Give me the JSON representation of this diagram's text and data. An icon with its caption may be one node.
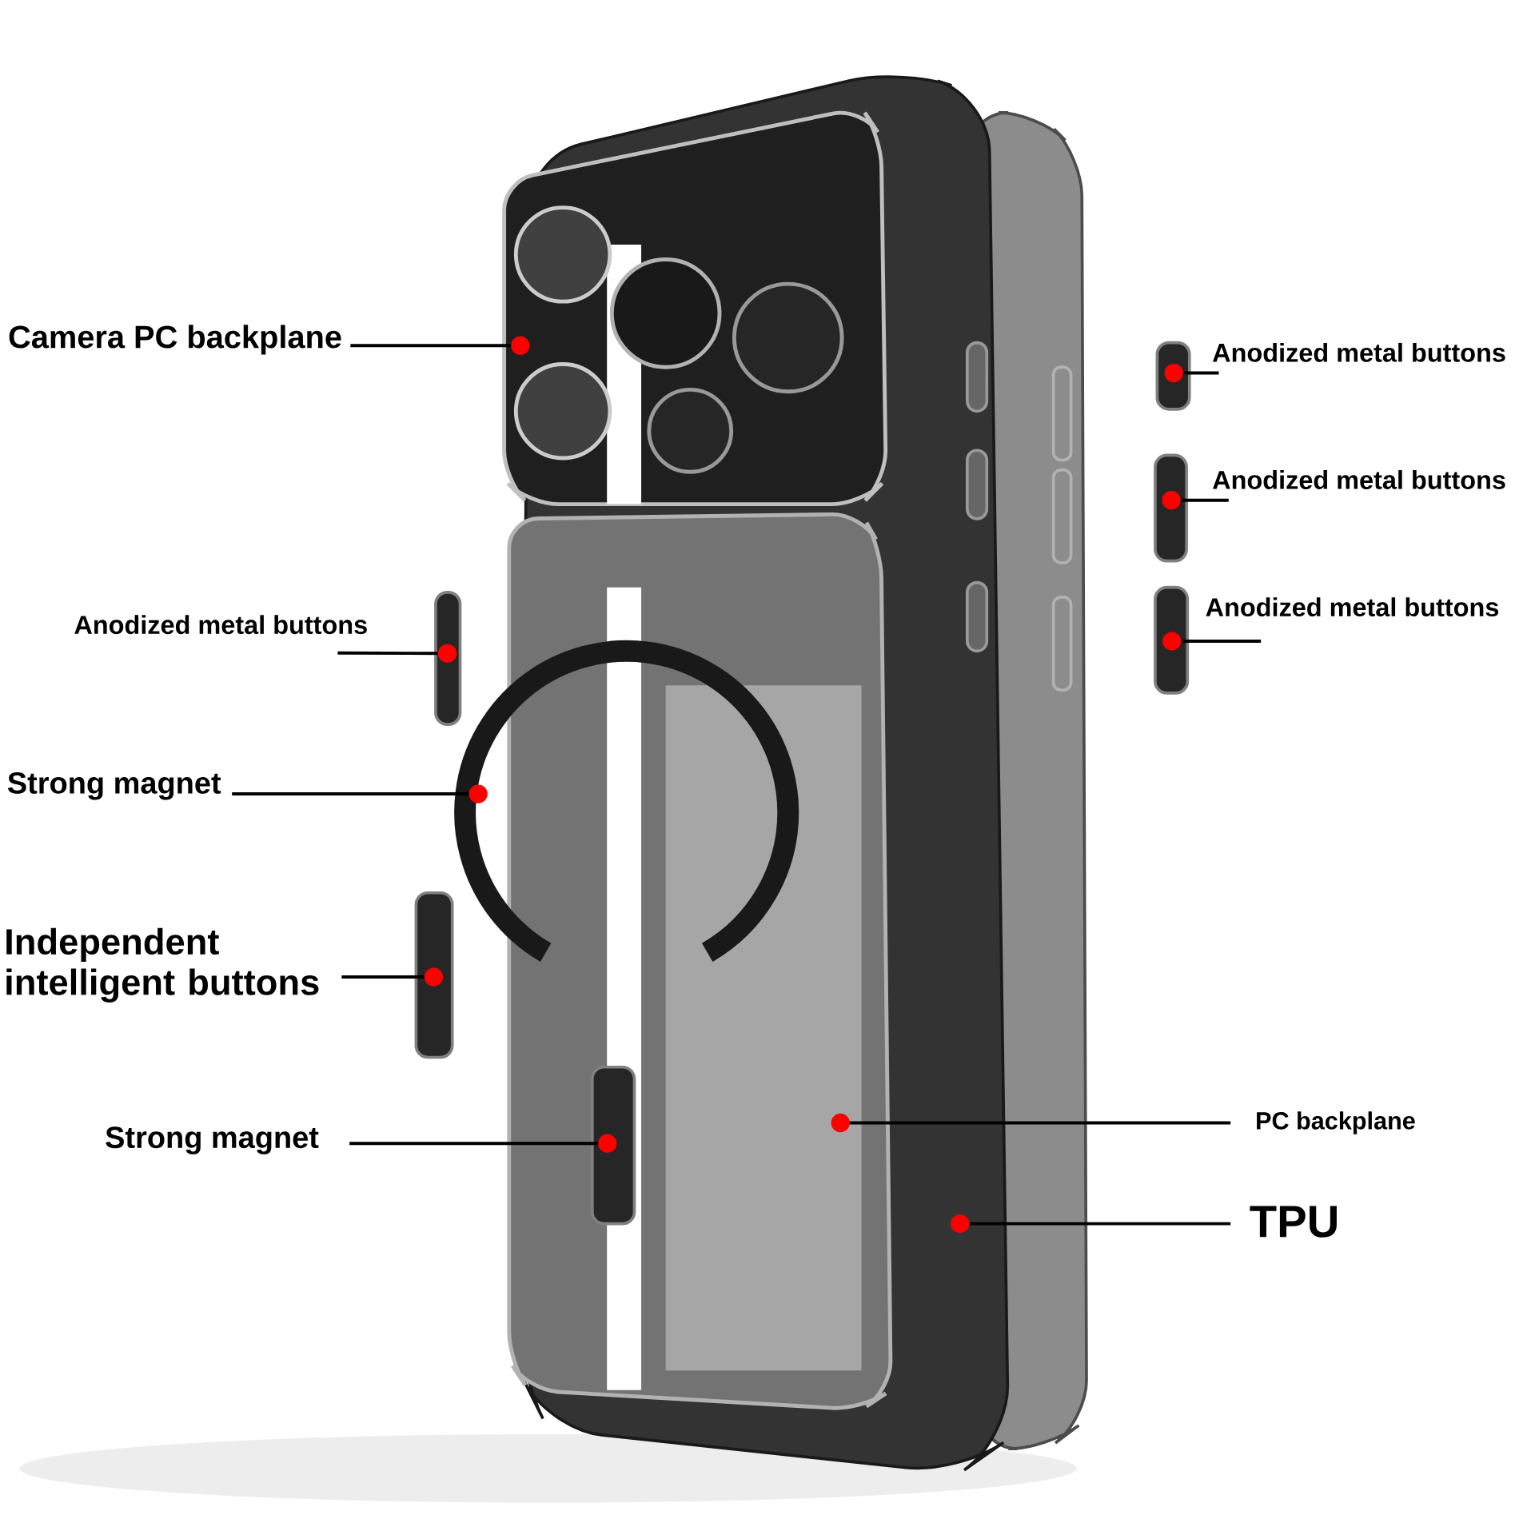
{
  "diagram": {
    "nodes": [
      {
        "text": [
          "Camera PC backplane"
        ]
      },
      {
        "text": [
          "Anodized metal buttons"
        ]
      },
      {
        "text": [
          "Anodized metal buttons"
        ]
      },
      {
        "text": [
          "Anodized metal buttons"
        ]
      },
      {
        "text": [
          "Anodized metal buttons"
        ]
      },
      {
        "text": [
          "Strong magnet"
        ]
      },
      {
        "text": [
          "Independent intelligent buttons"
        ]
      },
      {
        "text": [
          "PC backplane"
        ]
      },
      {
        "text": [
          "Strong magnet"
        ]
      },
      {
        "text": [
          "TPU"
        ]
      },
      {
        "text": [],
        "shape": "bar"
      },
      {
        "text": [],
        "shape": "bar"
      },
      {
        "text": [],
        "shape": "bar"
      },
      {
        "text": [],
        "shape": "bar"
      },
      {
        "text": [],
        "shape": "bar"
      }
    ],
    "edges": [
      {
        "from": 0,
        "to": null,
        "arrow": "other"
      },
      {
        "from": 1,
        "to": 12,
        "arrow": "other"
      },
      {
        "from": 2,
        "to": 13,
        "arrow": "other"
      },
      {
        "from": 3,
        "to": 14,
        "arrow": "other"
      },
      {
        "from": 4,
        "to": 11,
        "arrow": "other"
      },
      {
        "from": 5,
        "to": null,
        "arrow": "other"
      },
      {
        "from": 6,
        "to": 10,
        "arrow": "other"
      },
      {
        "from": 7,
        "to": null,
        "arrow": "other"
      },
      {
        "from": 8,
        "to": null,
        "arrow": "other"
      },
      {
        "from": 9,
        "to": null,
        "arrow": "other"
      }
    ]
  }
}
